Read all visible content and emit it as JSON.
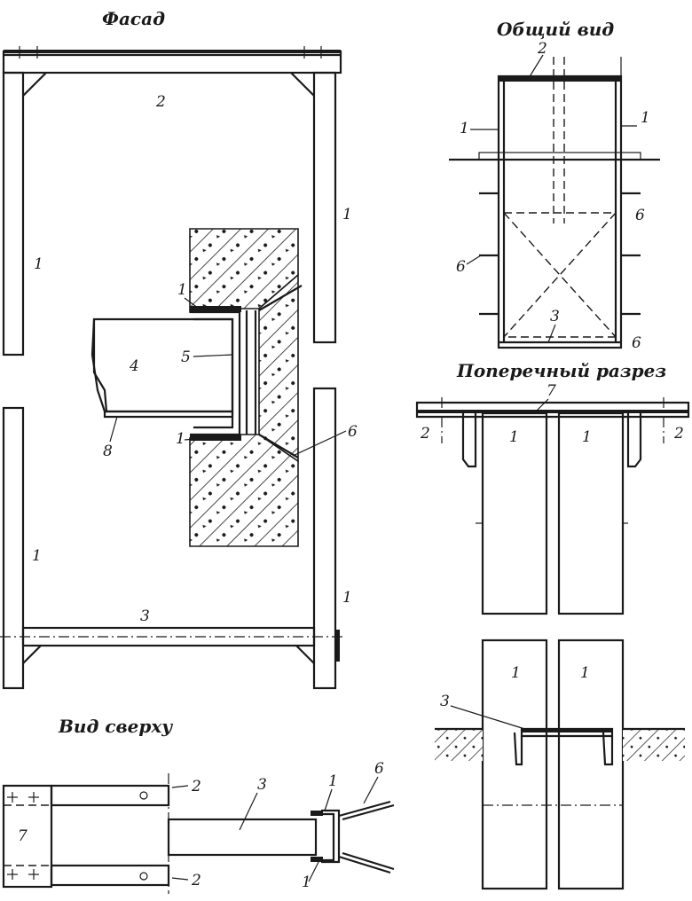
{
  "titles": {
    "facade": "Фасад",
    "general_view": "Общий вид",
    "cross_section": "Поперечный разрез",
    "top_view": "Вид сверху"
  },
  "facade_labels": {
    "top_tie": "2",
    "left_post_upper": "1",
    "right_post_upper": "1",
    "left_post_lower": "1",
    "right_post_lower": "1",
    "bottom_tie": "3",
    "node_upper": "1",
    "node_lower": "1",
    "block": "4",
    "channel": "5",
    "anchor": "6",
    "plate": "8"
  },
  "general_labels": {
    "top": "2",
    "left": "1",
    "right": "1",
    "anchor_left": "6",
    "anchor_right_upper": "6",
    "anchor_right_lower": "6",
    "bottom": "3"
  },
  "cross_labels": {
    "top_plate": "7",
    "left_side": "2",
    "right_side": "2",
    "post_left": "1",
    "post_right": "1",
    "post_left_lower": "1",
    "post_right_lower": "1",
    "bottom_tie": "3"
  },
  "top_view_labels": {
    "plate": "7",
    "tie_upper": "2",
    "tie_lower": "2",
    "bar": "3",
    "node_upper": "1",
    "node_lower": "1",
    "anchor": "6"
  }
}
